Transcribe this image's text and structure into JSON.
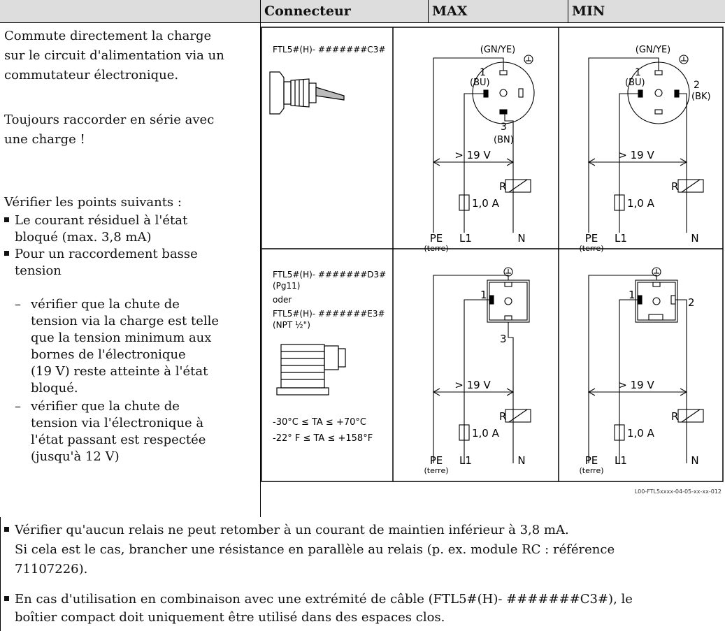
{
  "table": {
    "headers": {
      "connecteur": "Connecteur",
      "max": "MAX",
      "min": "MIN"
    }
  },
  "left": {
    "intro": [
      "Commute directement la charge",
      "sur le circuit d'alimentation via un",
      "commutateur électronique."
    ],
    "serie": [
      "Toujours raccorder en série avec",
      "une charge !"
    ],
    "verifier": "Vérifier les points suivants :",
    "b1": [
      "Le courant résiduel à l'état",
      "bloqué (max. 3,8 mA)"
    ],
    "b2": [
      "Pour un raccordement basse",
      "tension"
    ],
    "d1": [
      "vérifier que la chute de",
      "tension via la charge est telle",
      "que la tension minimum aux",
      "bornes de l'électronique",
      "(19 V) reste atteinte à l'état",
      "bloqué."
    ],
    "d2": [
      "vérifier que la chute de",
      "tension via l'électronique à",
      "l'état passant est respectée",
      "(jusqu'à 12 V)"
    ]
  },
  "row1": {
    "model": "FTL5#(H)- #######C3#"
  },
  "row2": {
    "model1": "FTL5#(H)- #######D3#",
    "pg": "(Pg11)",
    "oder": "oder",
    "model2": "FTL5#(H)- #######E3#",
    "npt": "(NPT ½\")",
    "temp_c": "-30°C ≤ TA ≤ +70°C",
    "temp_f": "-22° F ≤ TA ≤ +158°F"
  },
  "diagram_labels": {
    "gnye": "(GN/YE)",
    "bu": "(BU)",
    "bn": "(BN)",
    "bk": "(BK)",
    "n1": "1",
    "n2": "2",
    "n3": "3",
    "voltage": "> 19 V",
    "r": "R",
    "fuse": "1,0 A",
    "pe": "PE",
    "terre": "(terre)",
    "l1": "L1",
    "n": "N"
  },
  "figure_ref": "L00-FTL5xxxx-04-05-xx-xx-012",
  "bottom": {
    "b3": [
      "Vérifier qu'aucun relais ne peut retomber à un courant de maintien inférieur à 3,8 mA.",
      "Si cela est le cas, brancher une résistance en parallèle au relais (p. ex. module RC : référence",
      "71107226)."
    ],
    "b4": [
      "En cas d'utilisation en combinaison avec une extrémité de câble (FTL5#(H)- #######C3#), le",
      "boîtier compact doit uniquement être utilisé dans des espaces clos."
    ]
  },
  "colors": {
    "header_bg": "#dddddd",
    "line": "#000000"
  }
}
